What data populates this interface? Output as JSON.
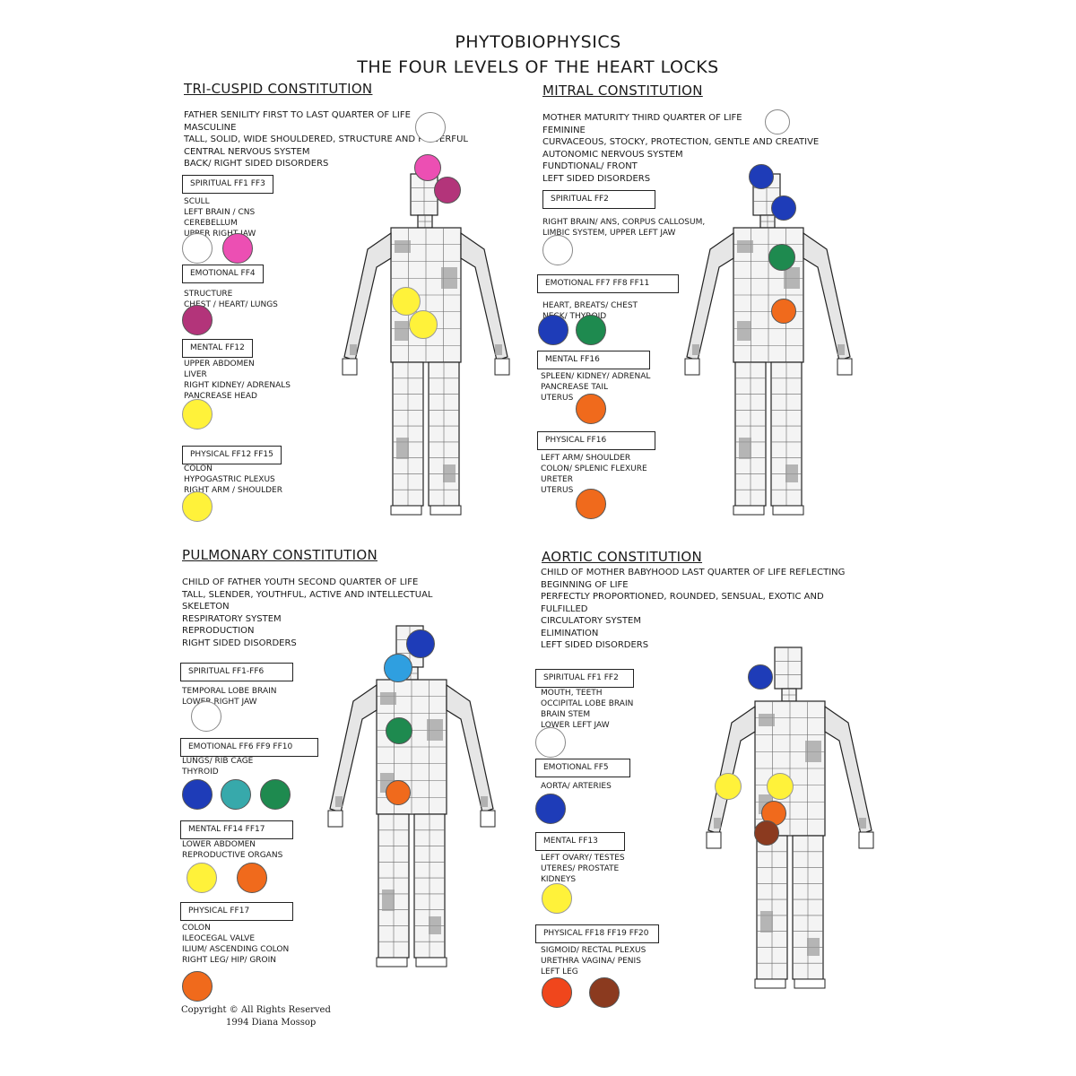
{
  "title_line1": "PHYTOBIOPHYSICS",
  "title_line2": "THE FOUR LEVELS OF THE HEART LOCKS",
  "tricuspid": {
    "title": "TRI-CUSPID CONSTITUTION",
    "desc": [
      "FATHER SENILITY FIRST TO LAST QUARTER OF LIFE",
      "MASCULINE",
      "TALL, SOLID, WIDE SHOULDERED, STRUCTURE AND POWERFUL",
      "CENTRAL NERVOUS SYSTEM",
      "BACK/ RIGHT SIDED DISORDERS"
    ],
    "spiritual_label": "SPIRITUAL FF1 FF3",
    "spiritual_organs": [
      "SCULL",
      "LEFT BRAIN / CNS",
      "CEREBELLUM",
      "UPPER RIGHT JAW"
    ],
    "emotional_label": "EMOTIONAL  FF4",
    "emotional_organs": [
      "STRUCTURE",
      "CHEST / HEART/ LUNGS"
    ],
    "mental_label": "MENTAL FF12",
    "mental_organs": [
      "UPPER ABDOMEN",
      "LIVER",
      "RIGHT KIDNEY/ ADRENALS",
      "PANCREASE HEAD"
    ],
    "physical_label": "PHYSICAL FF12 FF15",
    "physical_organs": [
      "COLON",
      "HYPOGASTRIC PLEXUS",
      "RIGHT ARM / SHOULDER"
    ]
  },
  "mitral": {
    "title": "MITRAL CONSTITUTION",
    "desc": [
      "MOTHER  MATURITY  THIRD QUARTER OF LIFE",
      "FEMININE",
      "CURVACEOUS, STOCKY, PROTECTION, GENTLE AND CREATIVE",
      "AUTONOMIC NERVOUS SYSTEM",
      "FUNDTIONAL/ FRONT",
      "LEFT SIDED DISORDERS"
    ],
    "spiritual_label": "SPIRITUAL FF2",
    "spiritual_organs": [
      "RIGHT BRAIN/ ANS, CORPUS CALLOSUM,",
      "LIMBIC SYSTEM, UPPER LEFT JAW"
    ],
    "emotional_label": "EMOTIONAL FF7 FF8 FF11",
    "emotional_organs": [
      "HEART, BREATS/ CHEST",
      "NECK/ THYROID"
    ],
    "mental_label": "MENTAL FF16",
    "mental_organs": [
      "SPLEEN/ KIDNEY/ ADRENAL",
      "PANCREASE TAIL",
      "UTERUS"
    ],
    "physical_label": "PHYSICAL FF16",
    "physical_organs": [
      "LEFT ARM/ SHOULDER",
      "COLON/ SPLENIC FLEXURE",
      "URETER",
      "UTERUS"
    ]
  },
  "pulmonary": {
    "title": "PULMONARY CONSTITUTION",
    "desc": [
      "CHILD OF FATHER  YOUTH  SECOND QUARTER OF LIFE",
      "TALL, SLENDER, YOUTHFUL, ACTIVE AND INTELLECTUAL",
      "SKELETON",
      "RESPIRATORY SYSTEM",
      "REPRODUCTION",
      "RIGHT SIDED DISORDERS"
    ],
    "spiritual_label": "SPIRITUAL FF1-FF6",
    "spiritual_organs": [
      "TEMPORAL LOBE BRAIN",
      "LOWER RIGHT JAW"
    ],
    "emotional_label": "EMOTIONAL FF6 FF9 FF10",
    "emotional_organs": [
      "LUNGS/ RIB CAGE",
      "THYROID"
    ],
    "mental_label": "MENTAL FF14 FF17",
    "mental_organs": [
      "LOWER ABDOMEN",
      "REPRODUCTIVE ORGANS"
    ],
    "physical_label": "PHYSICAL  FF17",
    "physical_organs": [
      "COLON",
      "ILEOCEGAL VALVE",
      "ILIUM/ ASCENDING COLON",
      "RIGHT LEG/ HIP/ GROIN"
    ]
  },
  "aortic": {
    "title": "AORTIC CONSTITUTION",
    "desc": [
      "CHILD OF MOTHER  BABYHOOD  LAST QUARTER OF LIFE REFLECTING",
      "BEGINNING OF LIFE",
      "PERFECTLY PROPORTIONED, ROUNDED, SENSUAL, EXOTIC AND",
      "FULFILLED",
      "CIRCULATORY SYSTEM",
      "ELIMINATION",
      "LEFT SIDED DISORDERS"
    ],
    "spiritual_label": "SPIRITUAL FF1 FF2",
    "spiritual_organs": [
      "MOUTH, TEETH",
      "OCCIPITAL LOBE BRAIN",
      "BRAIN STEM",
      "LOWER LEFT JAW"
    ],
    "emotional_label": "EMOTIONAL FF5",
    "emotional_organs": [
      "AORTA/ ARTERIES"
    ],
    "mental_label": "MENTAL FF13",
    "mental_organs": [
      "LEFT OVARY/ TESTES",
      "UTERES/ PROSTATE",
      "KIDNEYS"
    ],
    "physical_label": "PHYSICAL FF18 FF19 FF20",
    "physical_organs": [
      "SIGMOID/ RECTAL PLEXUS",
      "URETHRA VAGINA/ PENIS",
      "LEFT LEG"
    ]
  },
  "copyright_line1": "Copyright © All Rights Reserved",
  "copyright_line2": "1994 Diana Mossop",
  "colors": {
    "white": "#ffffff",
    "magenta": "#ec4fb3",
    "plum": "#b3347a",
    "yellow": "#fff23a",
    "blue": "#1e3cb8",
    "lightblue": "#2f9fe0",
    "green": "#1e8a4f",
    "teal": "#37a9ab",
    "orange": "#f06a1c",
    "red": "#f0461c",
    "brown": "#8b3a1f"
  }
}
